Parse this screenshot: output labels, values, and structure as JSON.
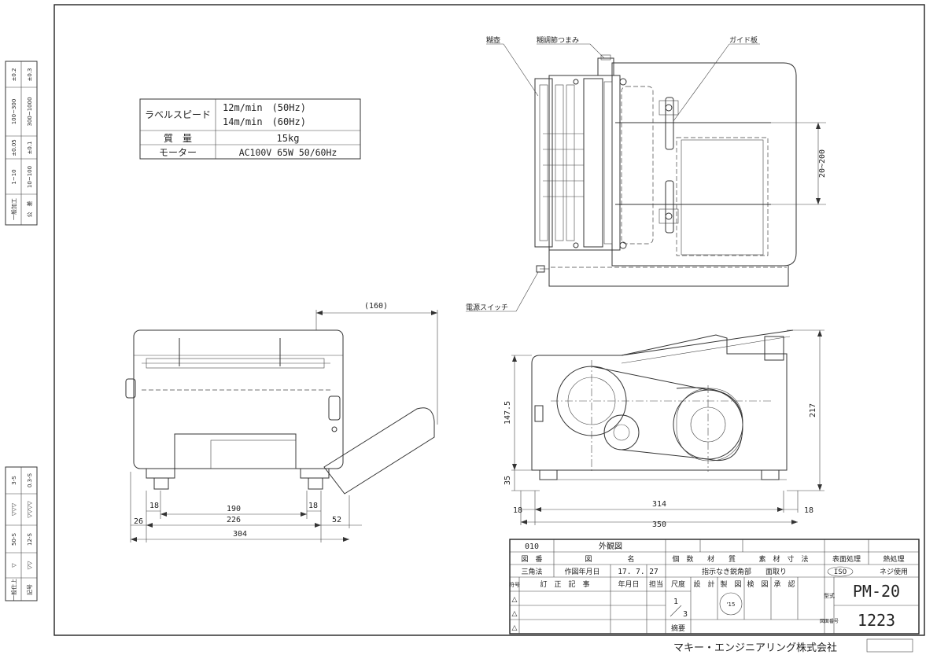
{
  "spec_table": [
    {
      "label": "ラベルスピード",
      "value": "12m/min　(50Hz)",
      "value2": "14m/min　(60Hz)"
    },
    {
      "label": "質　量",
      "value": "15kg"
    },
    {
      "label": "モーター",
      "value": "AC100V 65W 50/60Hz"
    }
  ],
  "callouts": {
    "paste_tray": "糊壺",
    "paste_knob": "糊調節つまみ",
    "guide_plate": "ガイド板",
    "power_switch": "電源スイッチ"
  },
  "dims": {
    "top_range": "20~200",
    "front_160": "(160)",
    "front_18a": "18",
    "front_190": "190",
    "front_18b": "18",
    "front_26": "26",
    "front_226": "226",
    "front_52": "52",
    "front_304": "304",
    "side_147": "147.5",
    "side_35": "35",
    "side_217": "217",
    "side_18a": "18",
    "side_314": "314",
    "side_18b": "18",
    "side_350": "350"
  },
  "tolerance_table": {
    "row1": [
      "一般加工",
      "1~10",
      "±0.05",
      "100~300",
      "±0.2"
    ],
    "row2": [
      "公　差",
      "10~100",
      "±0.1",
      "300~1000",
      "±0.3"
    ]
  },
  "finish_table": {
    "row1": [
      "一般仕上",
      "▽",
      "50-S",
      "▽▽▽",
      "3-S"
    ],
    "row2": [
      "記号",
      "▽▽",
      "12-S",
      "▽▽▽▽",
      "0.3-S"
    ]
  },
  "title_block": {
    "code": "010",
    "drawing_title": "外観図",
    "drawing_no_label": "図　番",
    "drawing_name_label": "図　　　　　名",
    "qty_label": "個　数",
    "material_label": "材　　質",
    "material_size_label": "素　材　寸　法",
    "surface_label": "表面処理",
    "heat_label": "熱処理",
    "projection": "三角法",
    "created_label": "作図年月日",
    "created_date": "17. 7. 27",
    "corner_note": "指示なき鋭角部　　面取り",
    "iso": "ISO",
    "screw": "ネジ使用",
    "rev_sym": "符号",
    "rev_label": "訂　正　記　事",
    "rev_date": "年月日",
    "rev_person": "担当",
    "scale_label": "尺度",
    "design_label": "設　計",
    "draft_label": "製　図",
    "check_label": "検　図",
    "approve_label": "承　認",
    "type_label": "型式",
    "scale_num": "1",
    "scale_den": "3",
    "summary_label": "摘要",
    "stamp_text": "'15",
    "model": "PM-20",
    "drawing_number_label": "図面番号",
    "drawing_number": "1223"
  },
  "company": "マキー・エンジニアリング株式会社"
}
